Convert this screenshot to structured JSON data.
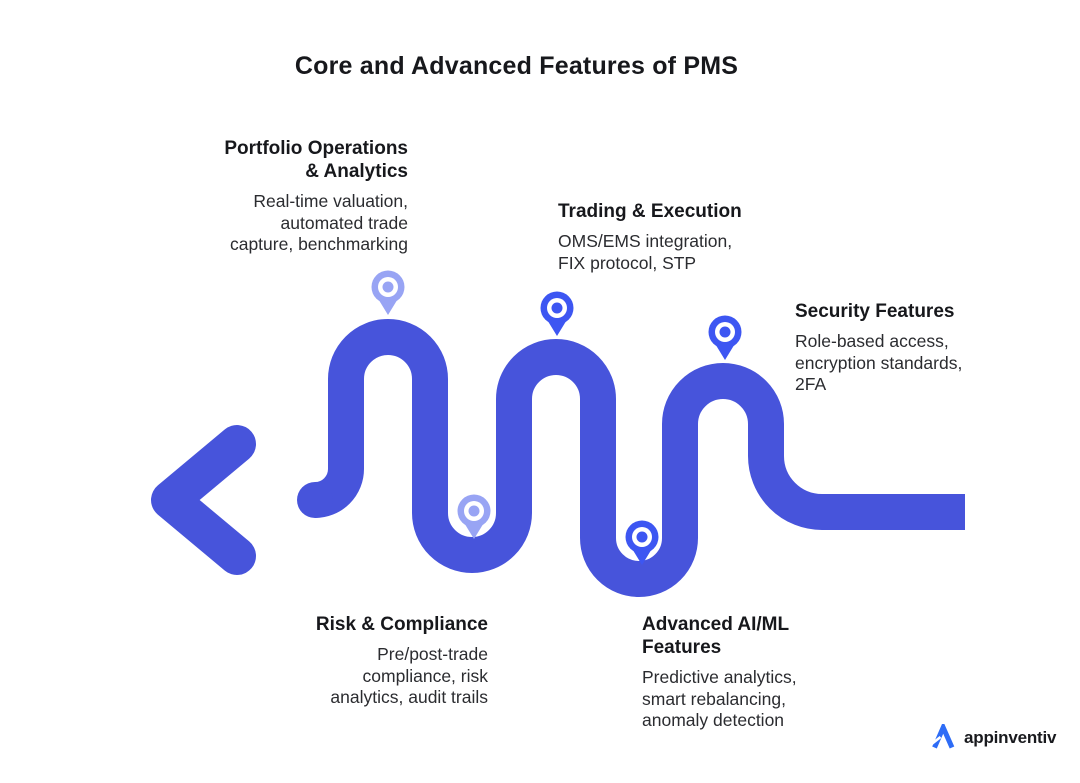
{
  "title": "Core and Advanced Features of PMS",
  "colors": {
    "path_blue": "#4754DB",
    "pin_dark": "#3D56F2",
    "pin_light": "#98A4F4",
    "heading_text": "#17181C",
    "body_text": "#2B2C30",
    "logo_blue": "#2E6CF6",
    "logo_text": "#191A1E"
  },
  "features": [
    {
      "heading": "Portfolio Operations\n& Analytics",
      "body": "Real-time valuation,\nautomated trade\ncapture, benchmarking",
      "pin_style": "light"
    },
    {
      "heading": "Trading & Execution",
      "body": "OMS/EMS integration,\nFIX protocol, STP",
      "pin_style": "dark"
    },
    {
      "heading": "Security Features",
      "body": "Role-based access,\nencryption standards,\n2FA",
      "pin_style": "dark"
    },
    {
      "heading": "Risk & Compliance",
      "body": "Pre/post-trade\ncompliance, risk\nanalytics, audit trails",
      "pin_style": "light"
    },
    {
      "heading": "Advanced AI/ML\nFeatures",
      "body": "Predictive analytics,\nsmart rebalancing,\nanomaly detection",
      "pin_style": "dark"
    }
  ],
  "logo": {
    "brand": "appinventiv"
  }
}
